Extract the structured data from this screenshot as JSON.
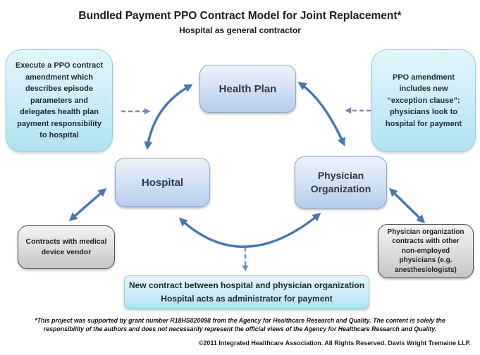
{
  "title": "Bundled Payment PPO Contract Model for Joint Replacement*",
  "subtitle": "Hospital as general contractor",
  "nodes": {
    "health_plan": {
      "label": "Health Plan"
    },
    "hospital": {
      "label": "Hospital"
    },
    "physician_organization": {
      "label": "Physician Organization"
    }
  },
  "notes": {
    "left": "Execute a PPO contract amendment which describes episode parameters and delegates health plan payment responsibility to hospital",
    "right": "PPO amendment includes new “exception clause”: physicians look to hospital for payment",
    "gray_left": "Contracts with medical device vendor",
    "gray_right": "Physician organization contracts with other non-employed physicians (e.g. anesthesiologists)",
    "bottom_line1": "New contract between hospital and physician organization",
    "bottom_line2": "Hospital acts as administrator for payment"
  },
  "footer": {
    "footnote": "*This project was supported by grant number R18HS020098 from the Agency for Healthcare Research and Quality. The content is solely the responsibility of the authors and does not necessarily represent the official views of the Agency for Healthcare Research and Quality.",
    "copyright": "©2011 Integrated Healthcare Association. All Rights Reserved. Davis Wright Tremaine LLP."
  },
  "arrows": [
    {
      "from": "hospital",
      "to": "health-plan",
      "type": "solid-curved",
      "bidirectional": true
    },
    {
      "from": "health-plan",
      "to": "physician-organization",
      "type": "solid-curved",
      "bidirectional": true
    },
    {
      "from": "hospital",
      "to": "physician-organization",
      "type": "solid-curved",
      "bidirectional": true
    },
    {
      "from": "hospital",
      "to": "medical-device-vendor-note",
      "type": "solid-straight",
      "bidirectional": true
    },
    {
      "from": "physician-organization",
      "to": "non-employed-physicians-note",
      "type": "solid-straight",
      "bidirectional": true
    },
    {
      "from": "left-note",
      "to": "hospital-health-plan-arc",
      "type": "dashed",
      "bidirectional": false
    },
    {
      "from": "right-note",
      "to": "health-plan-physician-organization-arc",
      "type": "dashed",
      "bidirectional": false
    },
    {
      "from": "hospital-physician-organization-arc",
      "to": "bottom-note",
      "type": "dashed",
      "bidirectional": false
    }
  ],
  "colors": {
    "arrow_solid": "#4a77ad",
    "arrow_dashed": "#6d8eb8",
    "node_blue_border": "#8aa9d3",
    "node_blue_fill_top": "#eef3fb",
    "node_blue_fill_bottom": "#b5cdeb",
    "note_cyan_border": "#8ecfe3",
    "note_cyan_fill_top": "#e2f5fb",
    "note_cyan_fill_bottom": "#b0e2f1",
    "gray_fill_top": "#f3f3f3",
    "gray_fill_bottom": "#c6c6c6",
    "gray_border": "#4d4d4d",
    "text": "#262626"
  }
}
